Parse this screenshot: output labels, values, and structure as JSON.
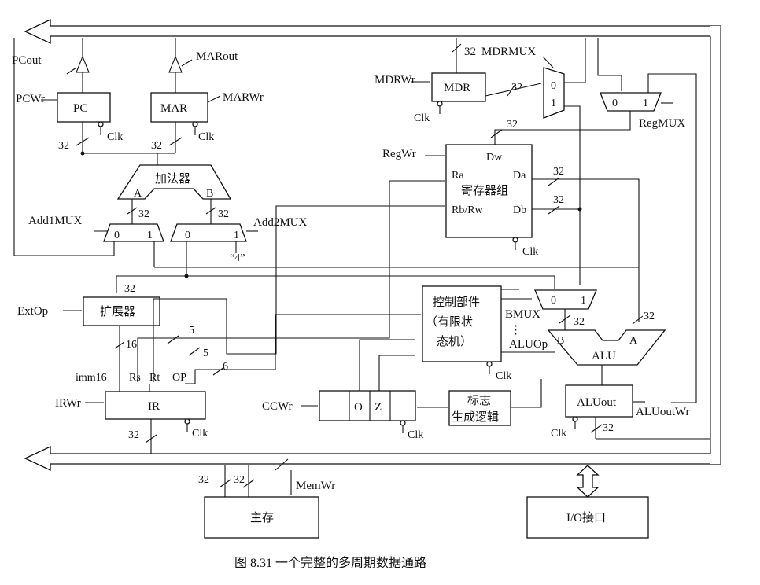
{
  "caption": "图 8.31   一个完整的多周期数据通路",
  "components": {
    "pc": "PC",
    "mar": "MAR",
    "mdr": "MDR",
    "adder": "加法器",
    "adder_a": "A",
    "adder_b": "B",
    "regfile": "寄存器组",
    "reg_dw": "Dw",
    "reg_ra": "Ra",
    "reg_rbrw": "Rb/Rw",
    "reg_da": "Da",
    "reg_db": "Db",
    "extender": "扩展器",
    "ir": "IR",
    "control_line1": "控制部件",
    "control_line2": "（有限状",
    "control_line3": "态机）",
    "alu": "ALU",
    "alu_a": "A",
    "alu_b": "B",
    "aluout": "ALUout",
    "flags_o": "O",
    "flags_z": "Z",
    "flaglogic_line1": "标志",
    "flaglogic_line2": "生成逻辑",
    "memory": "主存",
    "io": "I/O接口"
  },
  "mux_inputs": {
    "zero": "0",
    "one": "1"
  },
  "control_signals": {
    "pcout": "PCout",
    "marout": "MARout",
    "pcwr": "PCWr",
    "marwr": "MARWr",
    "mdrwr": "MDRWr",
    "mdrmux": "MDRMUX",
    "regmux": "RegMUX",
    "regwr": "RegWr",
    "add1mux": "Add1MUX",
    "add2mux": "Add2MUX",
    "const4": "“4”",
    "extop": "ExtOp",
    "irwr": "IRWr",
    "ccwr": "CCWr",
    "bmux": "BMUX",
    "aluop": "ALUOp",
    "dots": "⋮",
    "aluoutwr": "ALUoutWr",
    "memwr": "MemWr",
    "clk": "Clk"
  },
  "ir_fields": {
    "imm16": "imm16",
    "rs": "Rs",
    "rt": "Rt",
    "op": "OP"
  },
  "bus_widths": {
    "w32": "32",
    "w16": "16",
    "w6": "6",
    "w5": "5"
  }
}
